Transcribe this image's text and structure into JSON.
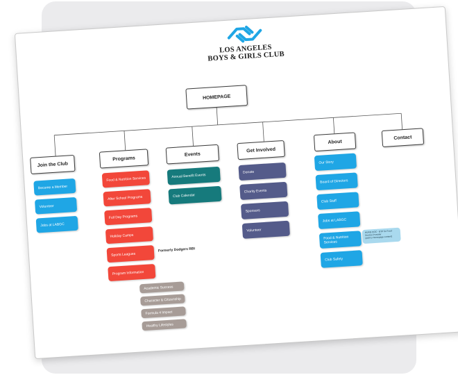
{
  "brand": {
    "line1": "LOS ANGELES",
    "line2": "BOYS & GIRLS CLUB",
    "logo_icon": "handshake-logo-icon",
    "logo_color": "#1fa6e5"
  },
  "homepage": {
    "label": "HOMEPAGE"
  },
  "sections": [
    {
      "label": "Join the Club",
      "color": "#1fa6e5",
      "items": [
        "Become a Member",
        "Volunteer",
        "Jobs at LABGC"
      ]
    },
    {
      "label": "Programs",
      "color": "#f2473a",
      "items": [
        "Food & Nutrition Services",
        "After School Programs",
        "Full Day Programs",
        "Holiday Camps",
        "Sports Leagues",
        "Program Information"
      ]
    },
    {
      "label": "Events",
      "color": "#167a7c",
      "items": [
        "Annual Benefit Events",
        "Club Calendar"
      ]
    },
    {
      "label": "Get Involved",
      "color": "#545b8a",
      "items": [
        "Donate",
        "Charity Events",
        "Sponsors",
        "Volunteer"
      ]
    },
    {
      "label": "About",
      "color": "#1fa6e5",
      "items": [
        "Our Story",
        "Board of Directors",
        "Club Staff",
        "Jobs at LABGC",
        "Food & Nutrition Services",
        "Club Safety"
      ]
    },
    {
      "label": "Contact",
      "color": "",
      "items": []
    }
  ],
  "program_info_children": [
    "Academic Success",
    "Character & Citizenship",
    "Formula 4 Impact",
    "Healthy Lifestyles"
  ],
  "annotations": {
    "sports_note": "Formerly Dodgers RBI",
    "food_note_line1": "HUNG DOC - BTP for Food",
    "food_note_line2": "Service Provider",
    "food_note_line3": "(add to Homepage content)"
  },
  "colors": {
    "blue": "#1fa6e5",
    "red": "#f2473a",
    "teal": "#167a7c",
    "slate": "#545b8a",
    "gray": "#a79c97",
    "note": "#a9d9ee"
  }
}
